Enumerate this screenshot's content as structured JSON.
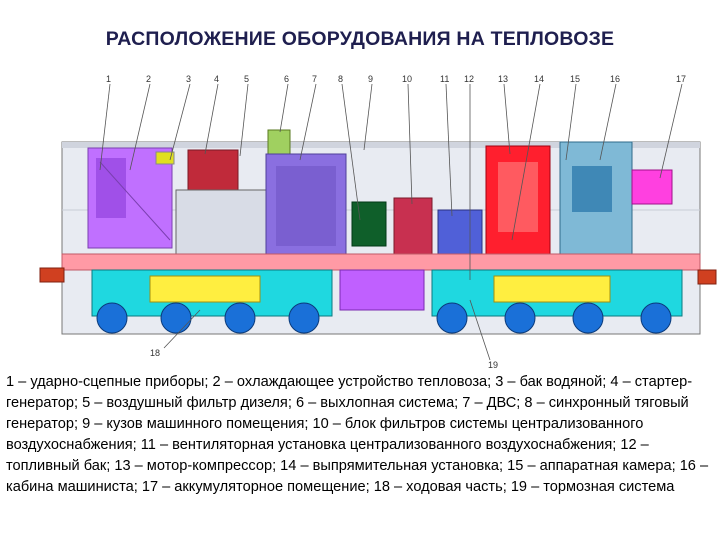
{
  "title": "РАСПОЛОЖЕНИЕ ОБОРУДОВАНИЯ НА ТЕПЛОВОЗЕ",
  "diagram": {
    "callouts": [
      "1",
      "2",
      "3",
      "4",
      "5",
      "6",
      "7",
      "8",
      "9",
      "10",
      "11",
      "12",
      "13",
      "14",
      "15",
      "16",
      "17",
      "18",
      "19"
    ]
  },
  "caption": "1 – ударно-сцепные приборы; 2 – охлаждающее устройство тепловоза; 3 – бак водяной; 4 – стартер-генератор; 5 – воздушный фильтр дизеля; 6 – выхлопная система; 7 – ДВС; 8 – синхронный тяговый генератор; 9 – кузов машинного помещения; 10 – блок фильтров системы централизованного воздухоснабжения; 11 – вентиляторная установка централизованного воздухоснабжения; 12 – топливный бак; 13 – мотор-компрессор; 14 – выпрямительная установка; 15 – аппаратная камера; 16 – кабина машиниста; 17 – аккумуляторное помещение; 18 – ходовая часть; 19 – тормозная система",
  "colors": {
    "cooling": "#c070ff",
    "engine": "#8a6fe0",
    "generator": "#0f5f2a",
    "compressor": "#ff1f2e",
    "rectifier": "#7f8ff0",
    "cab": "#7fb9d6",
    "battery": "#ff40e0",
    "frame": "#ff9aa5",
    "bogie": "#1fd8e0",
    "spring": "#ffee40",
    "wheel": "#1a70d8",
    "tank": "#c060ff",
    "exhaust": "#a0d060",
    "starter": "#c02a3a"
  }
}
